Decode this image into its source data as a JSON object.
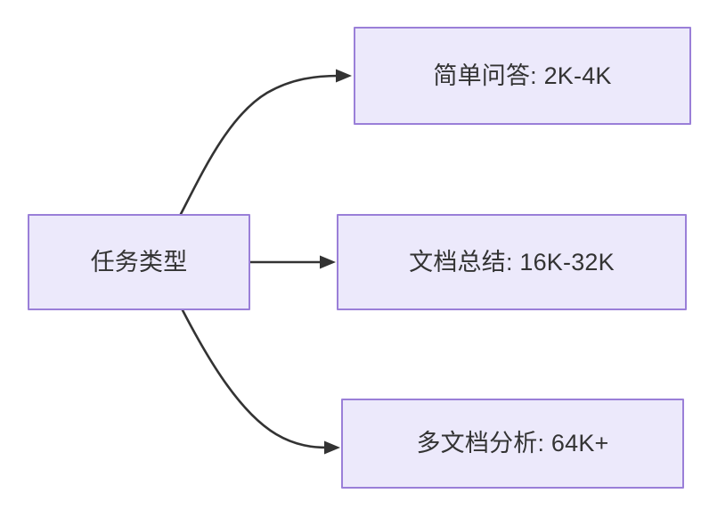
{
  "diagram": {
    "type": "flowchart",
    "direction": "left-to-right",
    "background_color": "#ffffff",
    "node_fill_color": "#ece9fb",
    "node_border_color": "#9a7fd8",
    "node_text_color": "#333333",
    "edge_color": "#333333",
    "source": {
      "id": "task-type",
      "label": "任务类型"
    },
    "targets": [
      {
        "id": "simple-qa",
        "label": "简单问答: 2K-4K",
        "task": "简单问答",
        "token_range": "2K-4K",
        "edge_style": "curved"
      },
      {
        "id": "doc-summary",
        "label": "文档总结: 16K-32K",
        "task": "文档总结",
        "token_range": "16K-32K",
        "edge_style": "straight"
      },
      {
        "id": "multi-doc",
        "label": "多文档分析: 64K+",
        "task": "多文档分析",
        "token_range": "64K+",
        "edge_style": "curved"
      }
    ],
    "edges": [
      {
        "from": "task-type",
        "to": "simple-qa",
        "arrow": "arrow-head-icon"
      },
      {
        "from": "task-type",
        "to": "doc-summary",
        "arrow": "arrow-head-icon"
      },
      {
        "from": "task-type",
        "to": "multi-doc",
        "arrow": "arrow-head-icon"
      }
    ]
  }
}
